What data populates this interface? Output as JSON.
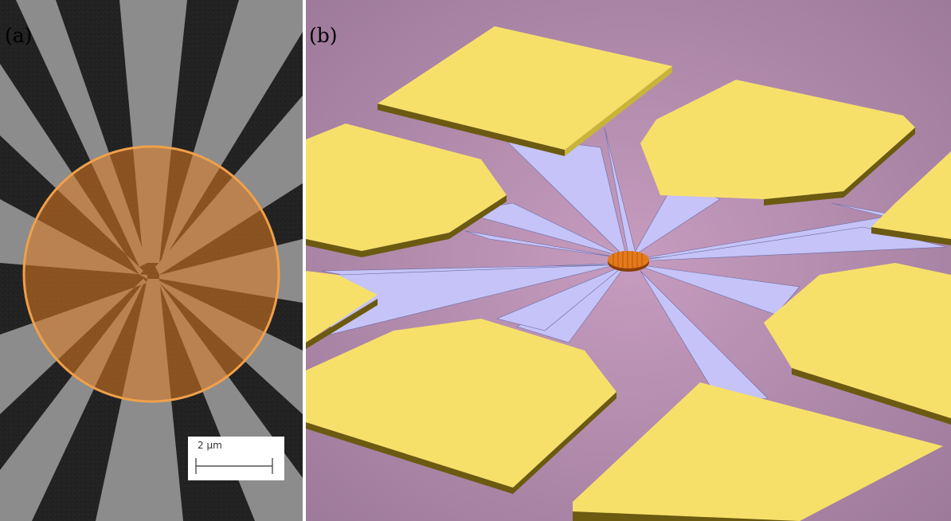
{
  "panels": [
    {
      "label": "(a)",
      "scale_bar": "2 µm"
    },
    {
      "label": "(b)"
    }
  ],
  "colors": {
    "substrate": "#b98fb0",
    "contact_pad": "#f7e06a",
    "electrode_lead": "#c5c3f7",
    "nanoparticle": "#e57a1a",
    "highlight_circle": "#f0a04a",
    "sem_background": "#202020",
    "sem_lead": "#8a8a8a"
  }
}
